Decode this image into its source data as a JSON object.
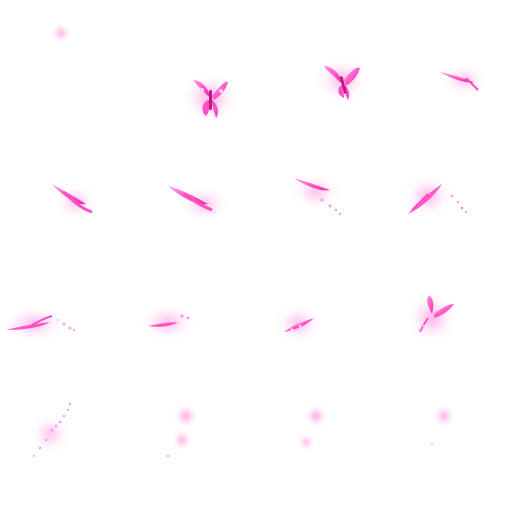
{
  "sprite_sheet": {
    "grid": {
      "columns": 4,
      "rows": 4
    },
    "colors": {
      "wing_main": "#ff4fc4",
      "wing_light": "#ff9be0",
      "glow": "#ff7fd6",
      "sparkle": "#ffd6f2",
      "body": "#c2187f"
    },
    "frames": [
      {
        "pose": "glow-only"
      },
      {
        "pose": "open-front"
      },
      {
        "pose": "open-front-tilt"
      },
      {
        "pose": "edge-on"
      },
      {
        "pose": "folding"
      },
      {
        "pose": "folding"
      },
      {
        "pose": "edge-trail"
      },
      {
        "pose": "edge-trail"
      },
      {
        "pose": "edge-trail"
      },
      {
        "pose": "fragment"
      },
      {
        "pose": "fragment-small"
      },
      {
        "pose": "reforming"
      },
      {
        "pose": "dust"
      },
      {
        "pose": "dust-orb"
      },
      {
        "pose": "dust-orb"
      },
      {
        "pose": "orb-small"
      }
    ]
  }
}
